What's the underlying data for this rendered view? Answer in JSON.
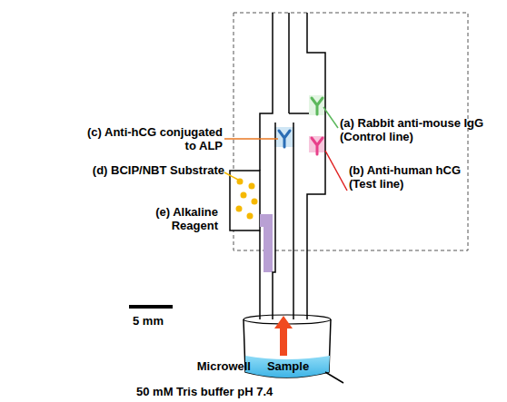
{
  "diagram": {
    "nodes": [
      {
        "text": [
          "Sample"
        ]
      }
    ],
    "labels": [
      "(c) Anti-hCG conjugated to ALP",
      "(a) Rabbit anti-mouse IgG (Control line)",
      "(b) Anti-human hCG (Test line)",
      "(d) BCIP/NBT Substrate",
      "(e) Alkaline Reagent",
      "5 mm",
      "Microwell",
      "50 mM Tris buffer pH 7.4"
    ]
  }
}
